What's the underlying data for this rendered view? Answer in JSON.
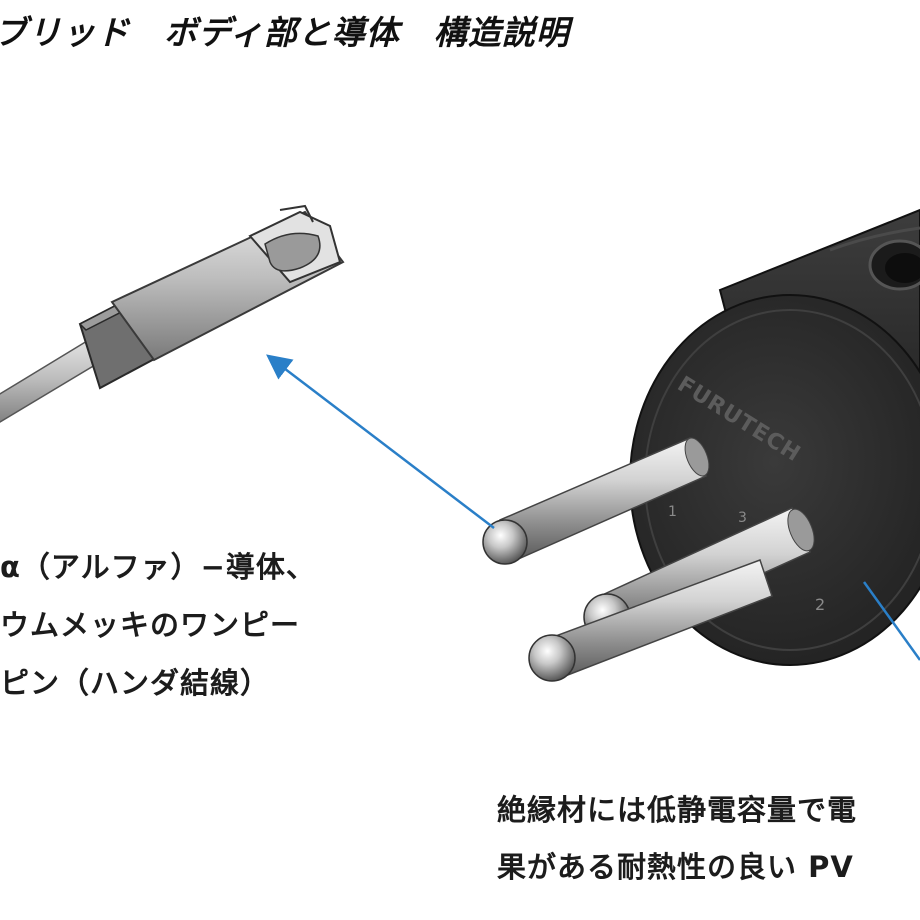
{
  "title": "ブリッド　ボディ部と導体　構造説明",
  "diagram": {
    "brand_mark": "FURUTECH",
    "pin_numbers": [
      "1",
      "3",
      "2"
    ],
    "caption_left": [
      "α（アルファ）−導体、",
      "ウムメッキのワンピー",
      "ピン（ハンダ結線）"
    ],
    "caption_right": [
      "絶縁材には低静電容量で電",
      "果がある耐熱性の良い PV"
    ],
    "colors": {
      "arrow": "#2a7fc8",
      "plug_body": "#2b2b2b",
      "pin_metal": "#bdbdbd"
    }
  }
}
